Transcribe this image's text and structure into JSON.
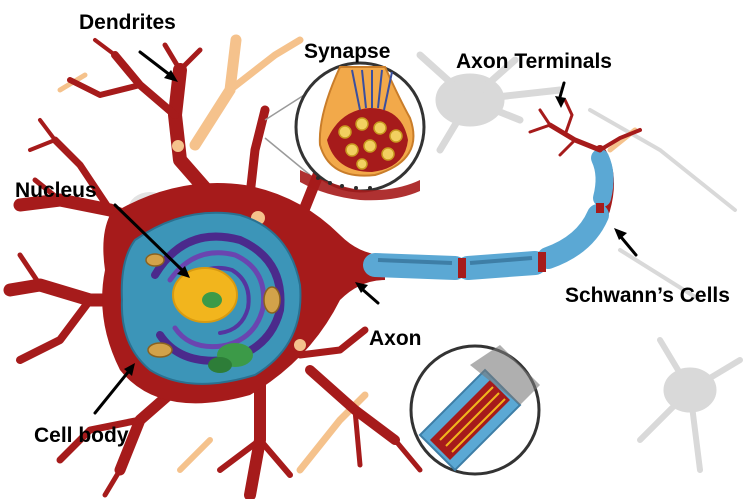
{
  "labels": {
    "dendrites": "Dendrites",
    "synapse": "Synapse",
    "axon_terminals": "Axon Terminals",
    "nucleus": "Nucleus",
    "schwann_cells": "Schwann’s Cells",
    "axon": "Axon",
    "cell_body": "Cell body"
  },
  "colors": {
    "neuron_red": "#a61b1b",
    "cell_body_blue": "#3c95b8",
    "nucleus_purple": "#4b2a8c",
    "nucleus_yellow": "#f2b51d",
    "schwann_blue": "#5ba8d4",
    "background_neuron_gray": "#d9d9d9",
    "peach_dendrite": "#f5c28c",
    "label_text": "#000000"
  }
}
